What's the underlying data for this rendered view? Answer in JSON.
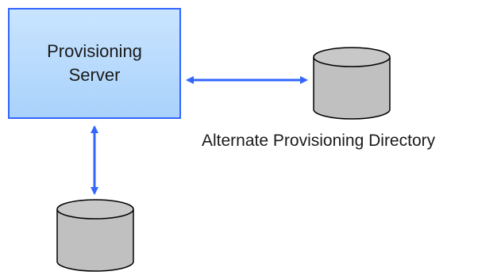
{
  "server": {
    "label": "Provisioning\nServer"
  },
  "alternate_directory": {
    "label": "Alternate Provisioning Directory"
  },
  "colors": {
    "server_fill": "#b8dcff",
    "server_border": "#3366ff",
    "arrow": "#3366ff",
    "cylinder_fill": "#c0c0c0",
    "cylinder_stroke": "#000000"
  },
  "icons": {
    "database": "database-icon",
    "arrow": "bidirectional-arrow"
  }
}
